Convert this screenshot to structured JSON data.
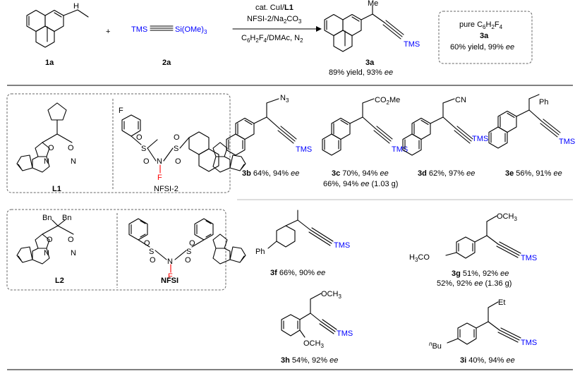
{
  "reaction": {
    "reactant1": "1a",
    "plus": "+",
    "H": "H",
    "tms": "TMS",
    "si": "Si(OMe)",
    "si_sub": "3",
    "reactant2": "2a",
    "cond1_a": "cat. CuI/",
    "cond1_b": "L1",
    "cond2": "NFSI-2/Na",
    "cond2_sub": "2",
    "cond2_c": "CO",
    "cond2_sub2": "3",
    "cond3_a": "C",
    "cond3_b": "6",
    "cond3_c": "H",
    "cond3_d": "2",
    "cond3_e": "F",
    "cond3_f": "4",
    "cond3_g": "/DMAc, N",
    "cond3_h": "2",
    "me": "Me",
    "product": "3a",
    "product_yield": "89% yield, 93% ",
    "ee": "ee",
    "box_l1a": "pure C",
    "box_l1b": "6",
    "box_l1c": "H",
    "box_l1d": "2",
    "box_l1e": "F",
    "box_l1f": "4",
    "box_l2": "3a",
    "box_l3": "60% yield, 99% "
  },
  "ligands": {
    "l1": "L1",
    "nfsi2": "NFSI-2",
    "F": "F",
    "N": "N",
    "O": "O",
    "S": "S",
    "Bn": "Bn",
    "l2": "L2",
    "nfsi": "NFSI"
  },
  "products": {
    "b_label": "3b",
    "b_text": " 64%, 94% ",
    "c_label": "3c",
    "c_text": " 70%, 94% ",
    "c_text2": "66%, 94% ",
    "c_text2b": " (1.03 g)",
    "d_label": "3d",
    "d_text": " 62%, 97% ",
    "e_label": "3e",
    "e_text": " 56%, 91% ",
    "f_label": "3f",
    "f_text": " 66%, 90% ",
    "g_label": "3g",
    "g_text": " 51%, 92% ",
    "g_text2": "52%, 92% ",
    "g_text2b": " (1.36 g)",
    "h_label": "3h",
    "h_text": " 54%, 92% ",
    "i_label": "3i",
    "i_text": " 40%, 94% ",
    "N3": "N",
    "N3sub": "3",
    "CO2Me_a": "CO",
    "CO2Me_b": "2",
    "CO2Me_c": "Me",
    "CN": "CN",
    "Ph": "Ph",
    "OCH3": "OCH",
    "OCH3sub": "3",
    "H3CO_a": "H",
    "H3CO_b": "3",
    "H3CO_c": "CO",
    "Et": "Et",
    "nBu_n": "n",
    "nBu": "Bu"
  },
  "colors": {
    "tms": "#0000ff",
    "fluorine": "#ff0000"
  }
}
